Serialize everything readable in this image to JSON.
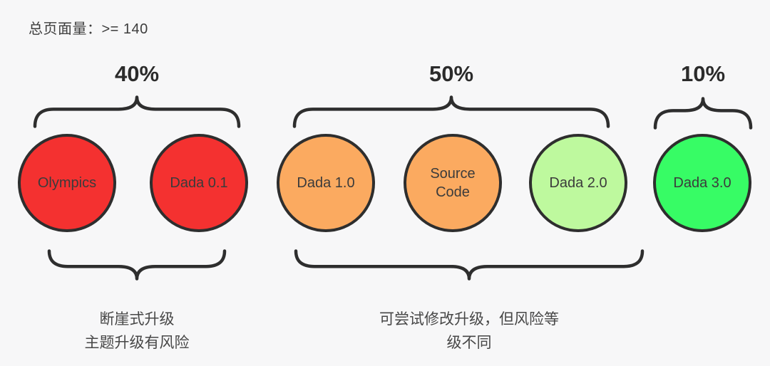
{
  "page": {
    "header_label": "总页面量：>= 140",
    "background_color": "#f7f7f8",
    "stroke_color": "#2e2e2e"
  },
  "groups": [
    {
      "percent": "40%",
      "caption": [
        "断崖式升级",
        "主题升级有风险"
      ],
      "circles": [
        {
          "label": "Olympics",
          "color": "#f43130"
        },
        {
          "label": "Dada 0.1",
          "color": "#f43130"
        }
      ]
    },
    {
      "percent": "50%",
      "caption": [
        "可尝试修改升级，但风险等",
        "级不同"
      ],
      "circles": [
        {
          "label": "Dada 1.0",
          "color": "#fbaa60"
        },
        {
          "label": "Source Code",
          "color": "#fbaa60"
        },
        {
          "label": "Dada 2.0",
          "color": "#bef99e"
        }
      ]
    },
    {
      "percent": "10%",
      "caption": [],
      "circles": [
        {
          "label": "Dada 3.0",
          "color": "#37fc65"
        }
      ]
    }
  ]
}
